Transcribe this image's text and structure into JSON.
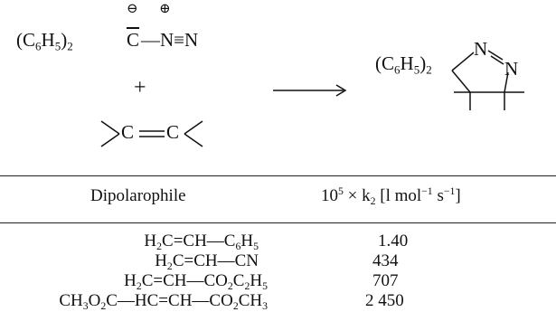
{
  "scheme": {
    "diazo_substituent": "(C",
    "diazo_sub_6": "6",
    "diazo_mid": "H",
    "diazo_sub_5": "5",
    "diazo_close": ")",
    "diazo_sub_2": "2",
    "diazo_carbon": "C",
    "diazo_bond": "—N≡N",
    "charge_minus": "⊖",
    "charge_plus": "⊕",
    "plus_sign": "+",
    "alkene": ">C=C<",
    "arrow": "→",
    "product_prefix": "(C",
    "product_sub_6": "6",
    "product_mid": "H",
    "product_sub_5": "5",
    "product_close": ")",
    "product_sub_2": "2",
    "ring_n1": "N",
    "ring_n2": "N"
  },
  "table": {
    "header_compound": "Dipolarophile",
    "header_value_prefix": "10",
    "header_value_exp": "5",
    "header_value_mid": " × k",
    "header_value_k_sub": "2",
    "header_value_unit_open": " [l mol",
    "header_value_unit_exp1": "−1",
    "header_value_unit_mid": " s",
    "header_value_unit_exp2": "−1",
    "header_value_unit_close": "]",
    "rows": [
      {
        "compound_html": "H<sub>2</sub>C=CH—C<sub>6</sub>H<sub>5</sub>",
        "value": "1.40"
      },
      {
        "compound_html": "H<sub>2</sub>C=CH—CN",
        "value": "434"
      },
      {
        "compound_html": "H<sub>2</sub>C=CH—CO<sub>2</sub>C<sub>2</sub>H<sub>5</sub>",
        "value": "707"
      },
      {
        "compound_html": "CH<sub>3</sub>O<sub>2</sub>C—HC=CH—CO<sub>2</sub>CH<sub>3</sub>",
        "value": "2 450"
      }
    ]
  }
}
